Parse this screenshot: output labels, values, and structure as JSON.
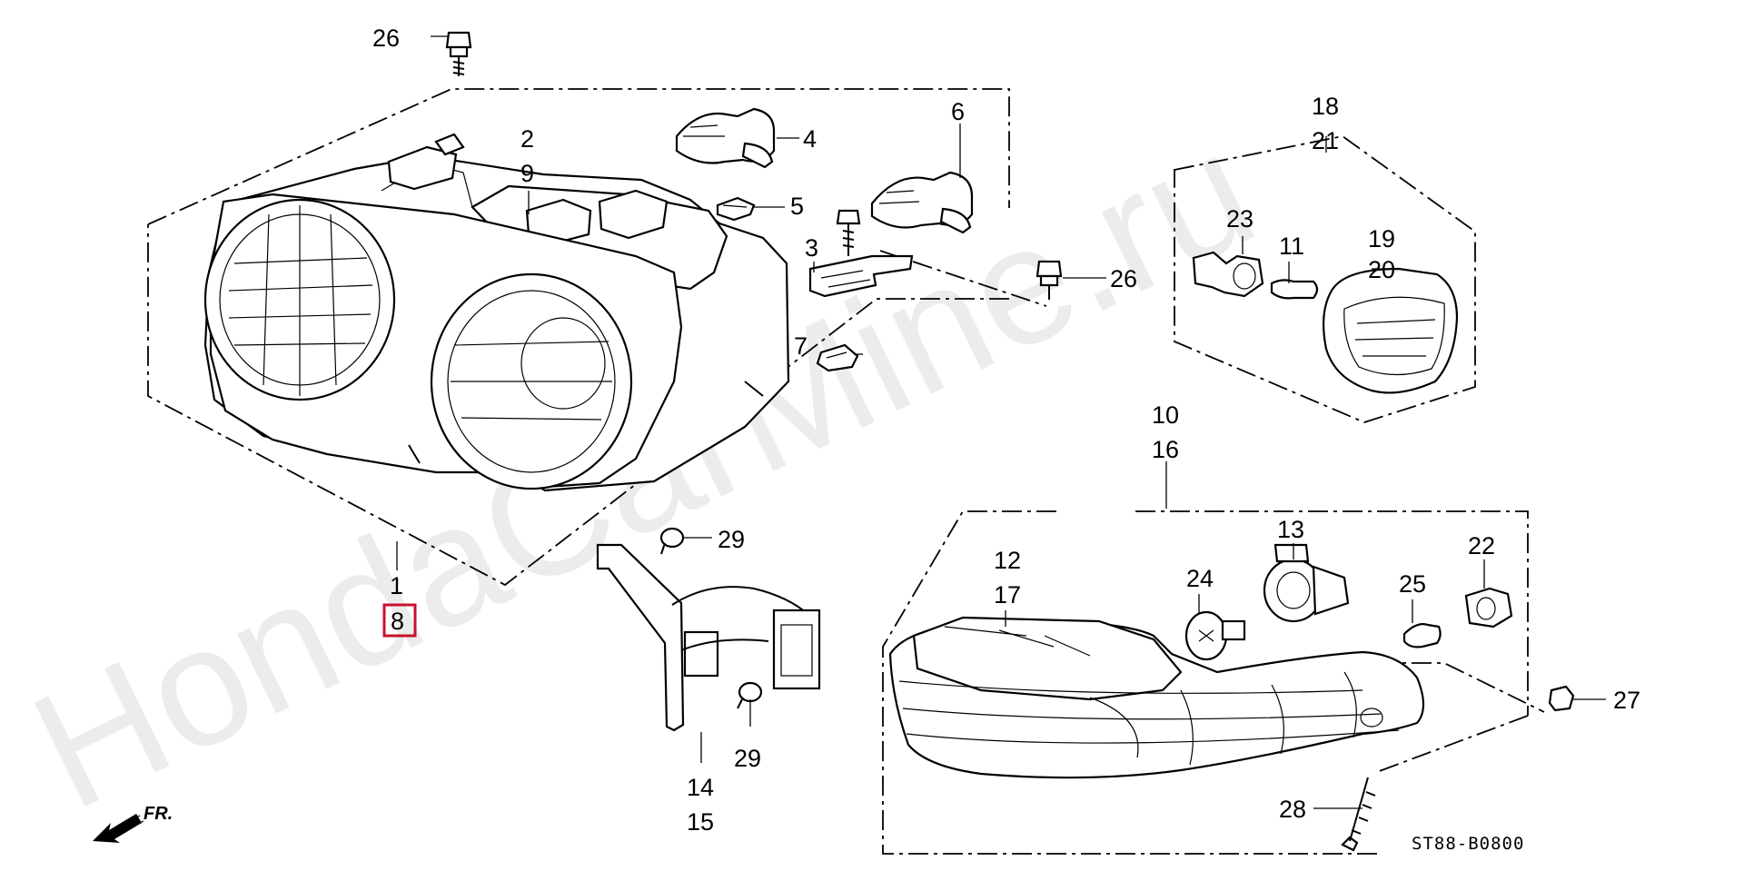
{
  "diagram": {
    "watermark": "HondaCarMine.ru",
    "diagram_code": "ST88-B0800",
    "direction_label": "FR.",
    "highlight_color": "#c8102e",
    "highlighted_part": "8",
    "callouts": {
      "c1": "1",
      "c2": "2",
      "c3": "3",
      "c4": "4",
      "c5": "5",
      "c6": "6",
      "c7": "7",
      "c8": "8",
      "c9": "9",
      "c10": "10",
      "c11": "11",
      "c12": "12",
      "c13": "13",
      "c14": "14",
      "c15": "15",
      "c16": "16",
      "c17": "17",
      "c18": "18",
      "c19": "19",
      "c20": "20",
      "c21": "21",
      "c22": "22",
      "c23": "23",
      "c24": "24",
      "c25": "25",
      "c26a": "26",
      "c26b": "26",
      "c27": "27",
      "c28": "28",
      "c29a": "29",
      "c29b": "29"
    }
  }
}
